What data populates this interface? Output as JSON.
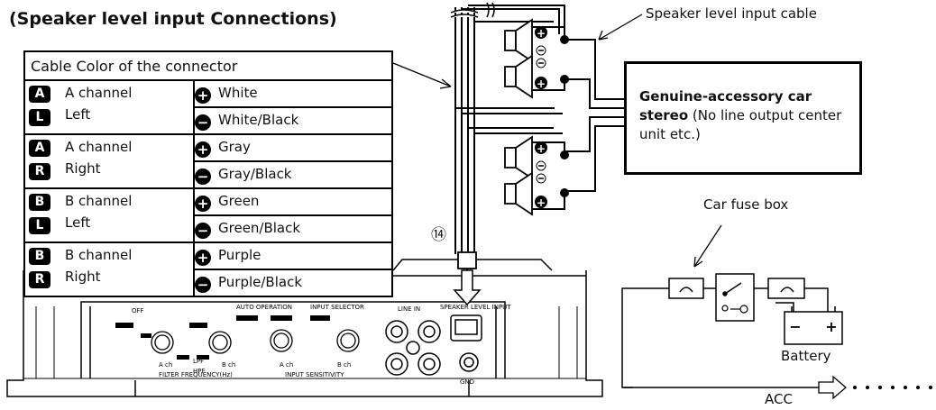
{
  "title": "(Speaker level input Connections)",
  "table": {
    "header": "Cable Color of the connector",
    "rows": [
      {
        "badge1": "A",
        "badge2": "L",
        "channel": "A channel",
        "side": "Left",
        "plus_color": "White",
        "minus_color": "White/Black"
      },
      {
        "badge1": "A",
        "badge2": "R",
        "channel": "A channel",
        "side": "Right",
        "plus_color": "Gray",
        "minus_color": "Gray/Black"
      },
      {
        "badge1": "B",
        "badge2": "L",
        "channel": "B channel",
        "side": "Left",
        "plus_color": "Green",
        "minus_color": "Green/Black"
      },
      {
        "badge1": "B",
        "badge2": "R",
        "channel": "B channel",
        "side": "Right",
        "plus_color": "Purple",
        "minus_color": "Purple/Black"
      }
    ],
    "plus_symbol": "+",
    "minus_symbol": "−"
  },
  "labels": {
    "speaker_cable": "Speaker level input cable",
    "connector_number": "⑭",
    "fuse_box": "Car fuse box",
    "battery": "Battery",
    "acc": "ACC"
  },
  "stereo": {
    "bold_text": "Genuine-accessory car stereo",
    "rest_text": " (No line output center unit etc.)"
  },
  "amp_panel": {
    "line_in": "LINE IN",
    "speaker_in": "SPEAKER LEVEL INPUT",
    "gnd": "GND",
    "filter_label": "FILTER FREQUENCY(Hz)",
    "input_sens": "INPUT SENSITIVITY",
    "auto_op": "AUTO OPERATION",
    "input_selector": "INPUT SELECTOR",
    "ach": "A ch",
    "bch": "B ch",
    "hpf": "HPF",
    "lpf": "LPF",
    "off": "OFF"
  }
}
